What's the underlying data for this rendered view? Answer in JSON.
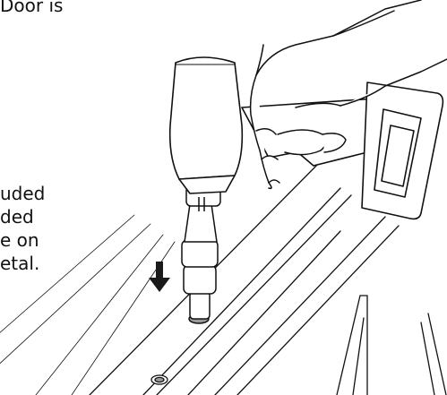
{
  "caption_top": "Door is",
  "caption_lines": [
    "uded",
    "ded",
    "e on",
    "etal."
  ],
  "colors": {
    "ink": "#111111",
    "arrow": "#1a1a1a",
    "paper": "#ffffff",
    "rivet_ring": "#9a9a9a"
  },
  "icons": {
    "arrow": "down-arrow-icon",
    "rivet": "rivet-nut-icon"
  }
}
